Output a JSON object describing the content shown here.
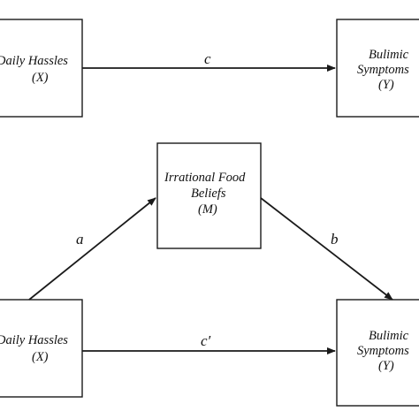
{
  "diagram": {
    "top": {
      "predictor": {
        "line1": "Daily Hassles",
        "line2": "(X)"
      },
      "outcome": {
        "line1": "Bulimic",
        "line2": "Symptoms",
        "line3": "(Y)"
      },
      "path_c": "c"
    },
    "bottom": {
      "predictor": {
        "line1": "Daily Hassles",
        "line2": "(X)"
      },
      "mediator": {
        "line1": "Irrational Food",
        "line2": "Beliefs",
        "line3": "(M)"
      },
      "outcome": {
        "line1": "Bulimic",
        "line2": "Symptoms",
        "line3": "(Y)"
      },
      "path_a": "a",
      "path_b": "b",
      "path_c_prime": "c′"
    }
  }
}
